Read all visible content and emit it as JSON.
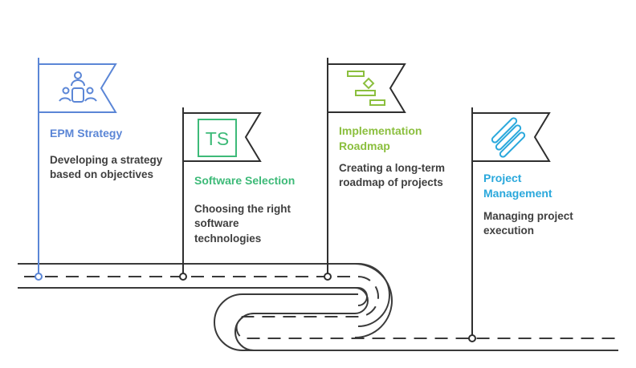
{
  "colors": {
    "road": "#3a3a3a",
    "epm": "#5b86d6",
    "software": "#3dba78",
    "implementation": "#8bbf3e",
    "project": "#2aa8dc"
  },
  "milestones": [
    {
      "title": "EPM Strategy",
      "description": "Developing a strategy based on objectives",
      "icon": "meeting-people-icon"
    },
    {
      "title": "Software Selection",
      "description": "Choosing the right software technologies",
      "icon": "ts-code-icon"
    },
    {
      "title": "Implementation Roadmap",
      "description": "Creating a long-term roadmap of projects",
      "icon": "gantt-roadmap-icon"
    },
    {
      "title": "Project Management",
      "description": "Managing project execution",
      "icon": "project-bars-icon"
    }
  ],
  "flag_icon_text": {
    "software": "TS"
  }
}
